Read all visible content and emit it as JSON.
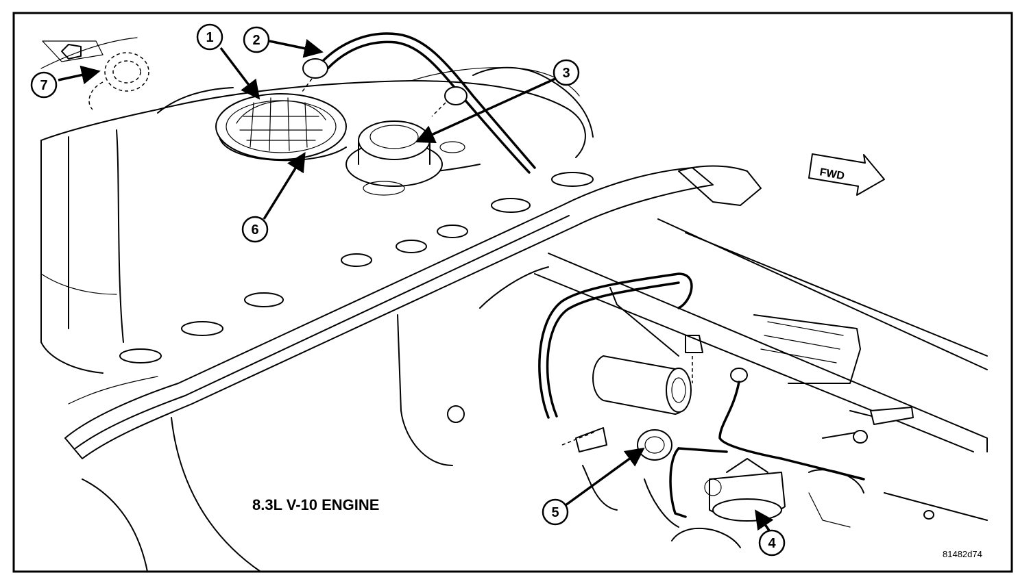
{
  "caption": "8.3L V-10 ENGINE",
  "direction_label": "FWD",
  "figure_id": "81482d74",
  "callouts": [
    {
      "number": "1"
    },
    {
      "number": "2"
    },
    {
      "number": "3"
    },
    {
      "number": "4"
    },
    {
      "number": "5"
    },
    {
      "number": "6"
    },
    {
      "number": "7"
    }
  ],
  "colors": {
    "ink": "#000000",
    "paper": "#ffffff"
  }
}
